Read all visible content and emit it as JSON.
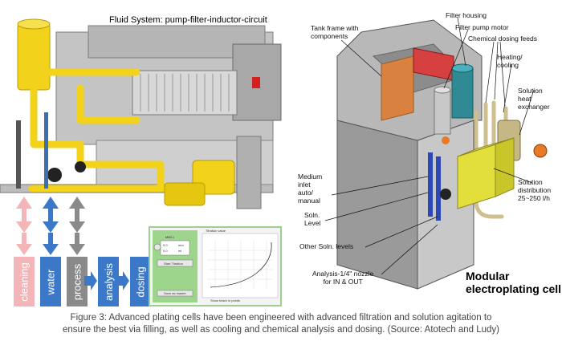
{
  "left": {
    "title": "Fluid System: pump-filter-inductor-circuit",
    "flow_labels": [
      "cleaning",
      "water",
      "process",
      "analysis",
      "dosing"
    ],
    "panel": {
      "box_id": "M83.1",
      "val1": "0.0",
      "unit1": "mm",
      "val2": "0.0",
      "unit2": "ml",
      "start_button": "Start Titration",
      "save_button": "Save as master",
      "chart_title": "Titration value",
      "checkbox_label": "Show teach in points"
    }
  },
  "right": {
    "labels": {
      "tank_frame": "Tank frame with\ncomponents",
      "filter_housing": "Filter housing",
      "filter_pump_motor": "Filter pump motor",
      "chemical_dosing": "Chemical dosing feeds",
      "heating": "Heating/\ncooling",
      "solution_heat": "Solution\nheat\nexchanger",
      "medium_inlet": "Medium\ninlet\nauto/\nmanual",
      "soln_level": "Soln.\nLevel",
      "other_soln": "Other Soln. levels",
      "analysis_nozzle": "Analysis-1/4\" nozzle\nfor IN & OUT",
      "solution_distribution": "Solution\ndistribution\n25~250 l/h"
    },
    "title_line1": "Modular",
    "title_line2": "electroplating cell"
  },
  "caption": {
    "line1": "Figure 3: Advanced plating cells have been engineered with advanced filtration and solution agitation to",
    "line2": "ensure the best via filling, as well as cooling and chemical analysis and dosing. (Source: Atotech and Ludy)"
  },
  "colors": {
    "pipe_yellow": "#f2d21a",
    "machine_gray": "#b9b9b9",
    "cleaning_pink": "#f3b5b8",
    "water_blue": "#3c78c8",
    "process_gray": "#8a8a8a",
    "analysis_blue": "#3c78c8",
    "panel_green": "#9ed58c"
  }
}
